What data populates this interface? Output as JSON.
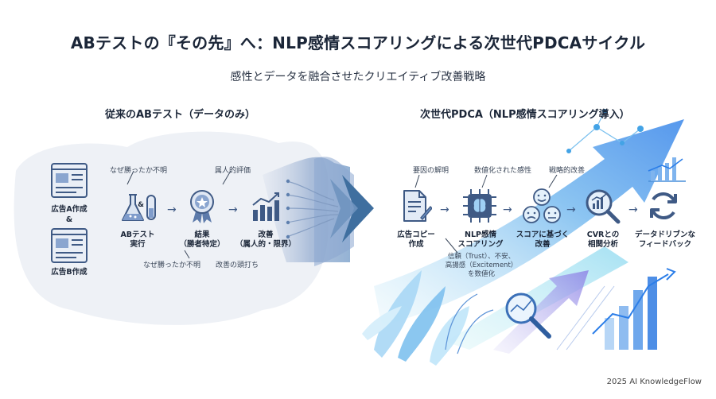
{
  "header": {
    "title": "ABテストの『その先』へ：NLP感情スコアリングによる次世代PDCAサイクル",
    "subtitle": "感性とデータを融合させたクリエイティブ改善戦略"
  },
  "left_panel": {
    "heading": "従来のABテスト（データのみ）",
    "ad_a": "広告A作成",
    "amp": "&",
    "ad_b": "広告B作成",
    "amp_small": "&",
    "note_top_1": "なぜ勝ったか不明",
    "note_top_2": "属人的評価",
    "note_bottom_1": "なぜ勝ったか不明",
    "note_bottom_2": "改善の頭打ち",
    "step_test_1": "ABテスト",
    "step_test_2": "実行",
    "step_result_1": "結果",
    "step_result_2": "（勝者特定）",
    "step_improve_1": "改善",
    "step_improve_2": "（属人的・限界）"
  },
  "right_panel": {
    "heading": "次世代PDCA（NLP感情スコアリング導入）",
    "note_1": "要因の解明",
    "note_2": "数値化された感性",
    "note_3": "戦略的改善",
    "step_copy_1": "広告コピー",
    "step_copy_2": "作成",
    "step_nlp_1": "NLP感情",
    "step_nlp_2": "スコアリング",
    "nlp_desc_1": "信頼（Trust）、不安、",
    "nlp_desc_2": "高揚感（Excitement）",
    "nlp_desc_3": "を数値化",
    "step_score_1": "スコアに基づく",
    "step_score_2": "改善",
    "step_cvr_1": "CVRとの",
    "step_cvr_2": "相関分析",
    "step_fb_1": "データドリブンな",
    "step_fb_2": "フィードバック"
  },
  "footer": {
    "credit": "2025 AI KnowledgeFlow"
  }
}
